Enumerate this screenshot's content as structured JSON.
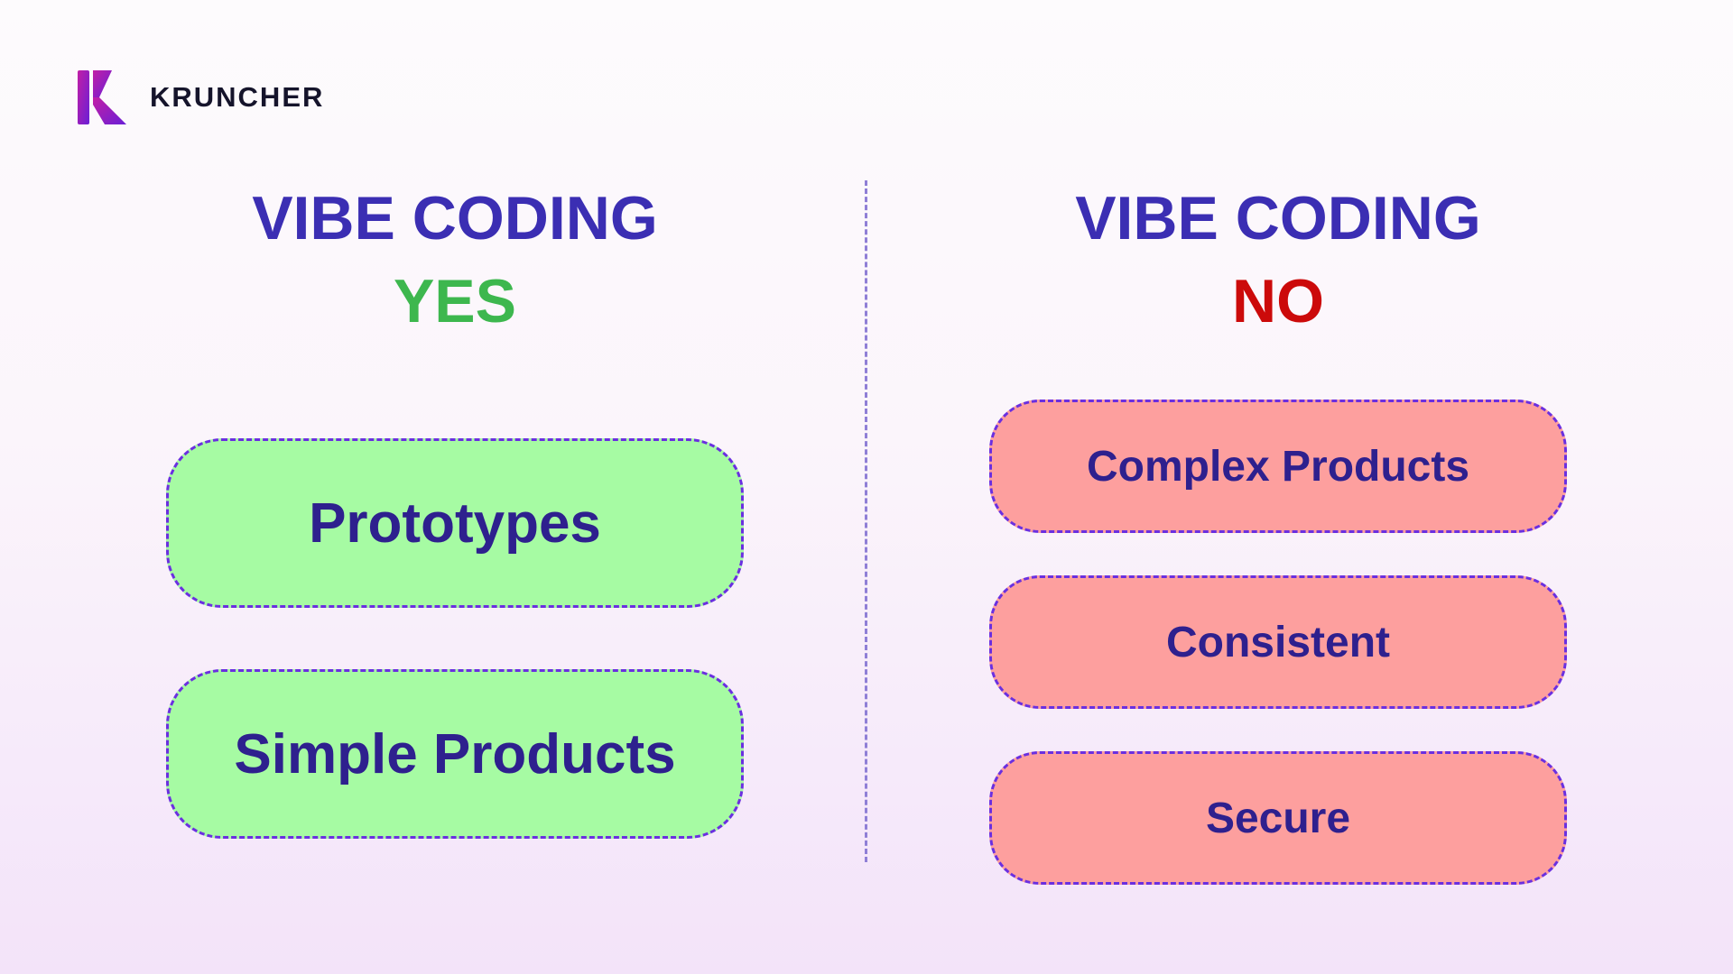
{
  "brand": {
    "name": "KRUNCHER",
    "logo_icon": "kruncher-k-logo"
  },
  "left": {
    "title": "VIBE CODING",
    "verdict": "YES",
    "verdict_color": "#3db74e",
    "items": [
      "Prototypes",
      "Simple Products"
    ],
    "item_background": "#a6fba3"
  },
  "right": {
    "title": "VIBE CODING",
    "verdict": "NO",
    "verdict_color": "#cc0a0a",
    "items": [
      "Complex Products",
      "Consistent",
      "Secure"
    ],
    "item_background": "#fd9f9e"
  },
  "colors": {
    "heading": "#3b2eb3",
    "item_text": "#2e208e",
    "item_border": "#6a2fe0"
  }
}
